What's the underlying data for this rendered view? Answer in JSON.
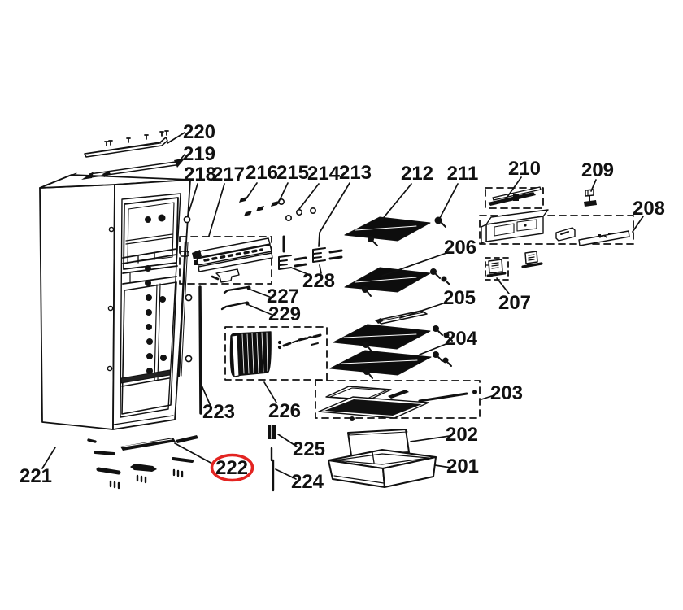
{
  "diagram": {
    "kind": "exploded-parts-diagram",
    "subject": "refrigerator cabinet and interior components",
    "background_color": "#ffffff",
    "line_color": "#111111",
    "highlight": {
      "part": "222",
      "shape": "ellipse",
      "color": "#e32421"
    },
    "labels": {
      "p201": "201",
      "p202": "202",
      "p203": "203",
      "p204": "204",
      "p205": "205",
      "p206": "206",
      "p207": "207",
      "p208": "208",
      "p209": "209",
      "p210": "210",
      "p211": "211",
      "p212": "212",
      "p213": "213",
      "p214": "214",
      "p215": "215",
      "p216": "216",
      "p217": "217",
      "p218": "218",
      "p219": "219",
      "p220": "220",
      "p221": "221",
      "p222": "222",
      "p223": "223",
      "p224": "224",
      "p225": "225",
      "p226": "226",
      "p227": "227",
      "p228": "228",
      "p229": "229"
    }
  }
}
